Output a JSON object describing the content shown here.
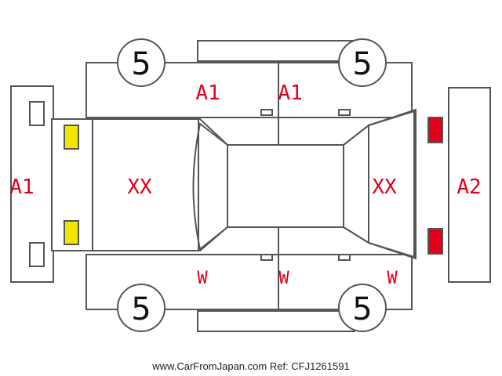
{
  "tires": {
    "front_left": "5",
    "front_right": "5",
    "rear_left": "5",
    "rear_right": "5"
  },
  "panel_codes": {
    "front_bumper": "A1",
    "hood": "XX",
    "left_front_door": "A1",
    "left_rear_door": "A1",
    "roof_hatch": "XX",
    "rear_bumper": "A2",
    "right_front_door": "W",
    "right_rear_door": "W",
    "right_rear_quarter": "W"
  },
  "lamp_colors": {
    "front": "#f2e600",
    "rear": "#e0001b"
  },
  "footer": "www.CarFromJapan.com Ref: CFJ1261591"
}
